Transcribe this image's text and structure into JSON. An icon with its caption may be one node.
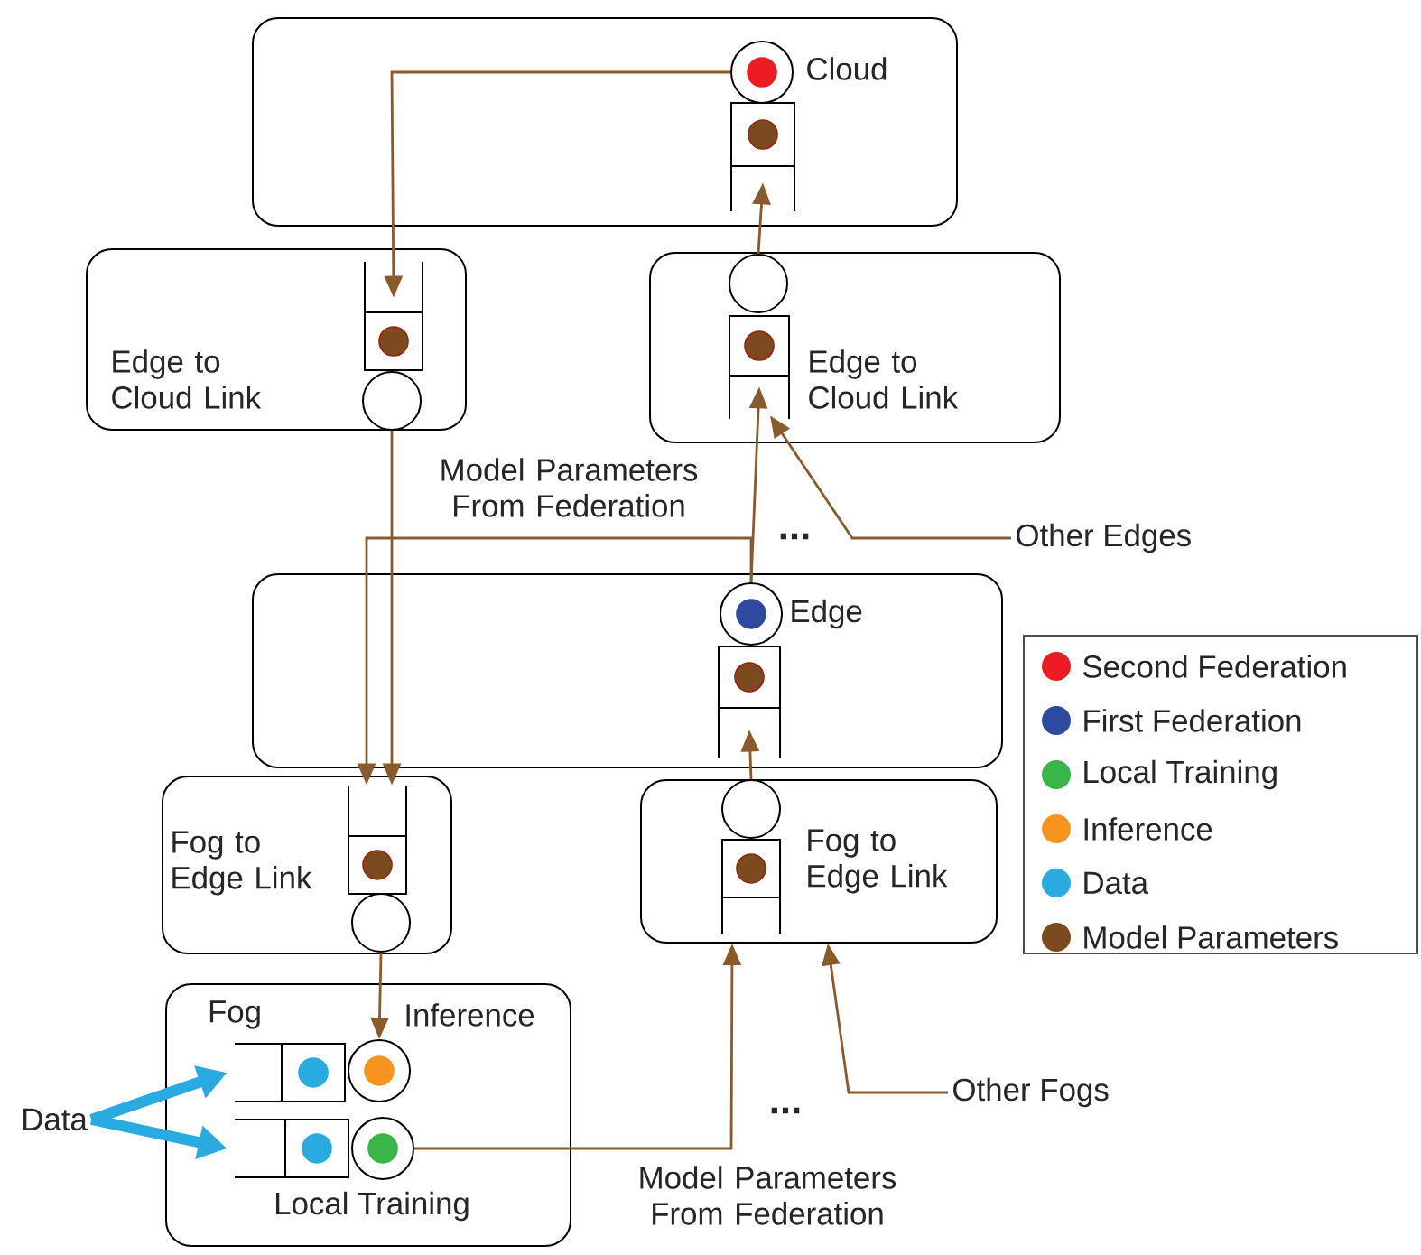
{
  "diagram": {
    "nodes": [
      {
        "text": [
          "Cloud"
        ]
      },
      {
        "text": [],
        "shape": "circle",
        "in": 0
      },
      {
        "text": [],
        "shape": "box",
        "in": 0
      },
      {
        "text": [
          "Edge to Cloud Link"
        ]
      },
      {
        "text": [],
        "shape": "box",
        "in": 3
      },
      {
        "text": [],
        "shape": "circle",
        "in": 3
      },
      {
        "text": [
          "Edge to Cloud Link"
        ]
      },
      {
        "text": [],
        "shape": "circle",
        "in": 6
      },
      {
        "text": [],
        "shape": "box",
        "in": 6
      },
      {
        "text": [
          "Edge"
        ]
      },
      {
        "text": [],
        "shape": "circle",
        "in": 9
      },
      {
        "text": [],
        "shape": "box",
        "in": 9
      },
      {
        "text": [
          "Fog to Edge Link"
        ]
      },
      {
        "text": [],
        "shape": "box",
        "in": 12
      },
      {
        "text": [],
        "shape": "circle",
        "in": 12
      },
      {
        "text": [
          "Fog to Edge Link"
        ]
      },
      {
        "text": [],
        "shape": "circle",
        "in": 15
      },
      {
        "text": [],
        "shape": "box",
        "in": 15
      },
      {
        "text": [
          "Fog",
          "Inference",
          "Local Training"
        ]
      },
      {
        "text": [],
        "shape": "box",
        "in": 18
      },
      {
        "text": [],
        "shape": "circle",
        "in": 18
      },
      {
        "text": [],
        "shape": "box",
        "in": 18
      },
      {
        "text": [],
        "shape": "circle",
        "in": 18
      },
      {
        "text": [
          "Data"
        ]
      },
      {
        "text": [
          "Other Edges"
        ]
      },
      {
        "text": [
          "Other Fogs"
        ]
      }
    ],
    "edges": [
      {
        "from": 1,
        "to": 4,
        "arrow": "to"
      },
      {
        "from": 5,
        "to": 13,
        "arrow": "to"
      },
      {
        "from": 7,
        "to": 2,
        "arrow": "to"
      },
      {
        "from": 10,
        "to": 8,
        "arrow": "to"
      },
      {
        "from": 10,
        "to": 13,
        "arrow": "to",
        "label": "Model Parameters From Federation"
      },
      {
        "from": 24,
        "to": 8,
        "arrow": "to"
      },
      {
        "from": 14,
        "to": 20,
        "arrow": "to"
      },
      {
        "from": 16,
        "to": 11,
        "arrow": "to"
      },
      {
        "from": 22,
        "to": 15,
        "arrow": "to",
        "label": "Model Parameters From Federation"
      },
      {
        "from": 25,
        "to": 15,
        "arrow": "to"
      },
      {
        "from": 23,
        "to": 19,
        "arrow": "to",
        "style": "thick",
        "color": "#29abe2"
      },
      {
        "from": 23,
        "to": 21,
        "arrow": "to",
        "style": "thick",
        "color": "#29abe2"
      }
    ],
    "labels": [
      "...",
      "..."
    ],
    "legend": [
      {
        "text": "Second Federation",
        "color": "#ed1c24"
      },
      {
        "text": "First Federation",
        "color": "#2e4a9e"
      },
      {
        "text": "Local Training",
        "color": "#39b54a"
      },
      {
        "text": "Inference",
        "color": "#f7941d"
      },
      {
        "text": "Data",
        "color": "#29abe2"
      },
      {
        "text": "Model Parameters",
        "color": "#7b4a1e"
      }
    ]
  }
}
